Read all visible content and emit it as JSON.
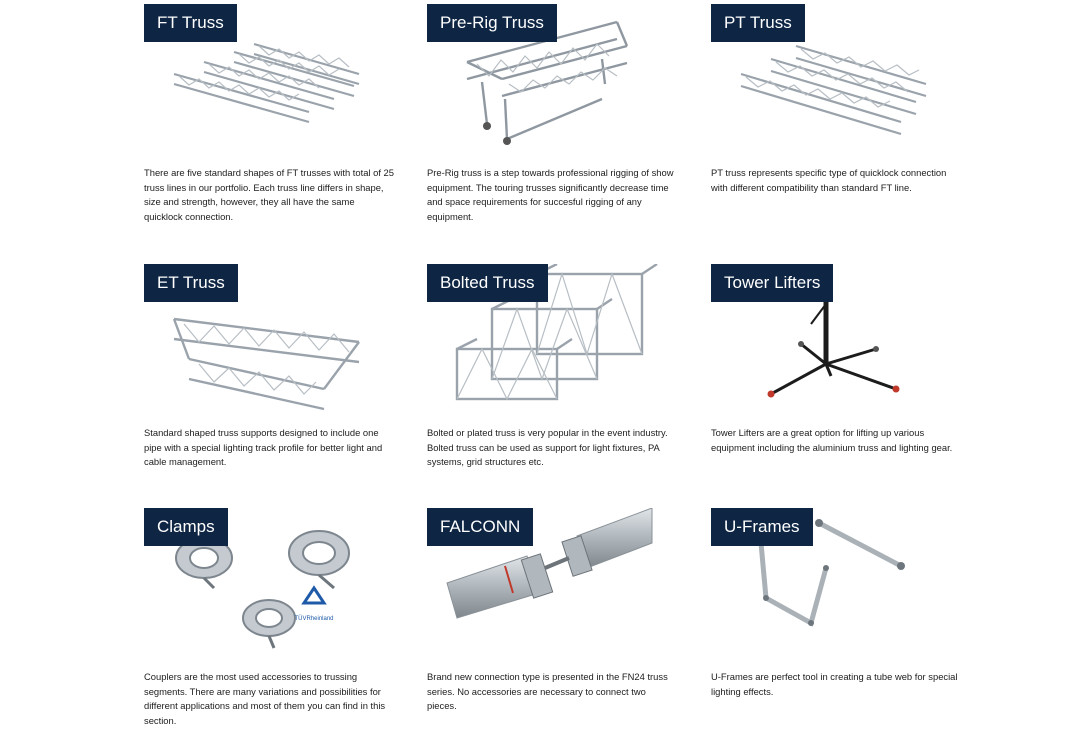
{
  "cards": [
    {
      "title": "FT Truss",
      "text": "There are five standard shapes of FT trusses with total of 25 truss lines in our portfolio. Each truss line differs in shape, size and strength, however, they all have the same quicklock connection."
    },
    {
      "title": "Pre-Rig Truss",
      "text": "Pre-Rig truss is a step towards professional rigging of show equipment. The touring trusses significantly decrease time and space requirements for succesful rigging of any equipment."
    },
    {
      "title": "PT Truss",
      "text": "PT truss represents specific type of quicklock connection with different compatibility than standard FT line."
    },
    {
      "title": "ET Truss",
      "text": "Standard shaped truss supports designed to include one pipe with a special lighting track profile for better light and cable management."
    },
    {
      "title": "Bolted Truss",
      "text": "Bolted or plated truss is very popular in the event industry. Bolted truss can be used as support for light fixtures, PA systems, grid structures etc."
    },
    {
      "title": "Tower Lifters",
      "text": "Tower Lifters are a great option for lifting up various equipment including the aluminium truss and lighting gear."
    },
    {
      "title": "Clamps",
      "text": "Couplers are the most used accessories to trussing segments. There are many variations and possibilities for different applications and most of them you can find in this section."
    },
    {
      "title": "FALCONN",
      "text": "Brand new connection type is presented in the FN24 truss series. No accessories are necessary to connect two pieces."
    },
    {
      "title": "U-Frames",
      "text": "U-Frames are perfect tool in creating a tube web for special lighting effects."
    }
  ],
  "certification_logo": "TÜV Rheinland",
  "colors": {
    "label_bg": "#0e2544",
    "label_text": "#ffffff",
    "body_text": "#1d1d1d",
    "metal": "#9aa3ab"
  }
}
